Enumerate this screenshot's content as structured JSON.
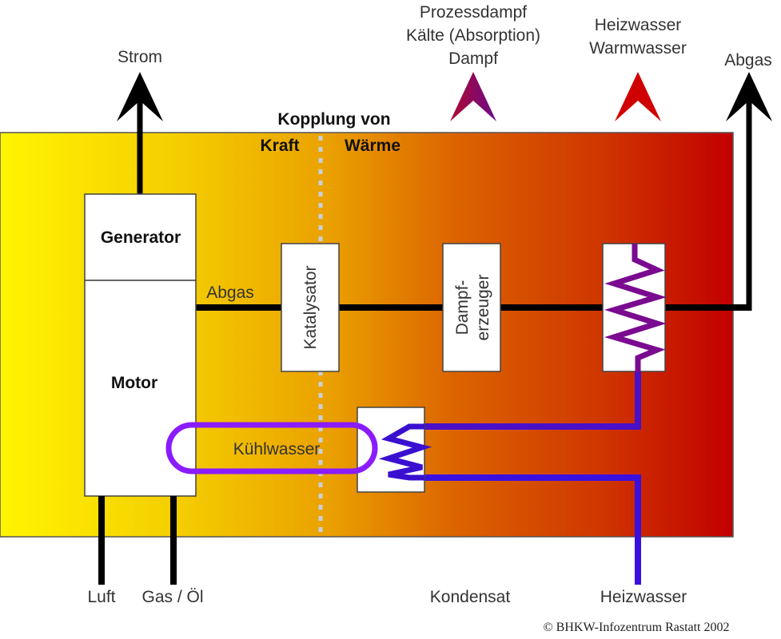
{
  "title": {
    "line1": "Kopplung von",
    "left": "Kraft",
    "right": "Wärme"
  },
  "outputs": {
    "strom": "Strom",
    "steam": [
      "Prozessdampf",
      "Kälte (Absorption)",
      "Dampf"
    ],
    "hotwater": [
      "Heizwasser",
      "Warmwasser"
    ],
    "exhaust": "Abgas"
  },
  "components": {
    "generator": "Generator",
    "motor": "Motor",
    "catalyst": "Katalysator",
    "steam_generator": [
      "Dampf-",
      "erzeuger"
    ],
    "cooling_water": "Kühlwasser",
    "exhaust_label": "Abgas"
  },
  "inputs": {
    "air": "Luft",
    "fuel": "Gas / Öl",
    "condensate": "Kondensat",
    "heating_water": "Heizwasser"
  },
  "copyright": "© BHKW-Infozentrum Rastatt 2002",
  "colors": {
    "gradient_start": "#fff200",
    "gradient_mid": "#e07a00",
    "gradient_end": "#c40000",
    "steam_line": "#6a0a6e",
    "hot_water_arrow": "#d00000",
    "cooling_loop": "#8a1cff",
    "heating_water_line": "#3010d8",
    "exhaust_line": "#000000"
  }
}
